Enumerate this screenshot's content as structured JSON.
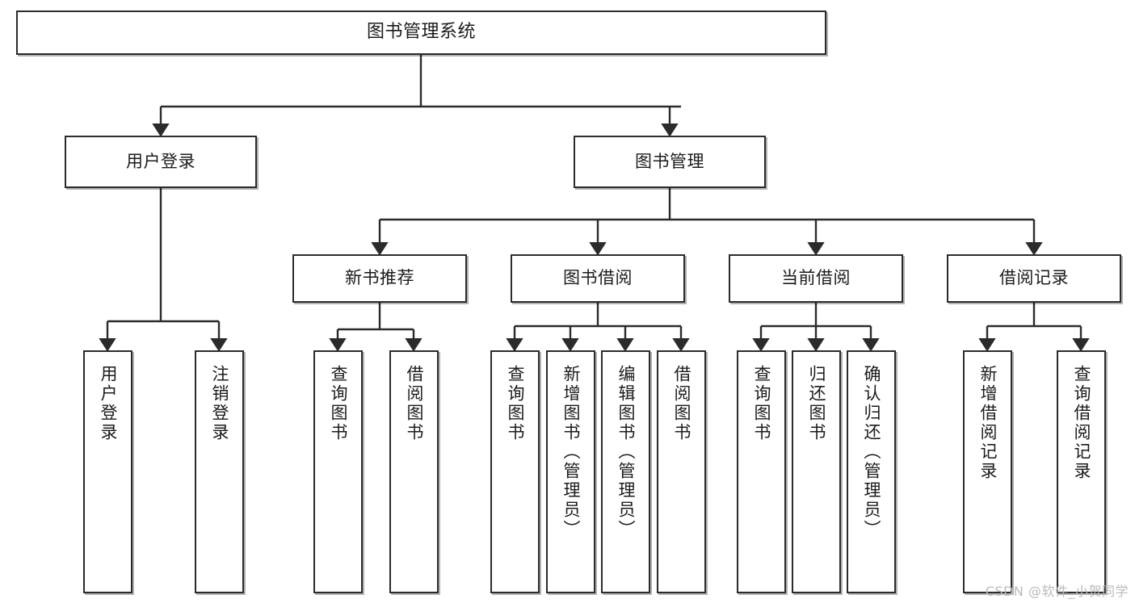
{
  "diagram": {
    "type": "tree-hierarchy",
    "title": "图书管理系统",
    "orientation": "top-down",
    "edge_style": "orthogonal-with-arrowheads",
    "colors": {
      "box_border": "#2b2b2b",
      "box_fill": "#ffffff",
      "connector": "#2b2b2b",
      "text": "#1b1b1b",
      "watermark": "#b9b9b9",
      "background": "#ffffff"
    },
    "watermark": "CSDN @软件_小贺同学",
    "nodes": {
      "root": {
        "id": "root",
        "label": "图书管理系统",
        "level": 1
      },
      "level2": [
        {
          "id": "user-login",
          "label": "用户登录",
          "level": 2
        },
        {
          "id": "book-manage",
          "label": "图书管理",
          "level": 2
        }
      ],
      "level3": [
        {
          "id": "new-book-recommend",
          "label": "新书推荐",
          "level": 3,
          "parent": "book-manage"
        },
        {
          "id": "book-borrow",
          "label": "图书借阅",
          "level": 3,
          "parent": "book-manage"
        },
        {
          "id": "current-borrow",
          "label": "当前借阅",
          "level": 3,
          "parent": "book-manage"
        },
        {
          "id": "borrow-record",
          "label": "借阅记录",
          "level": 3,
          "parent": "book-manage"
        }
      ],
      "leaves": [
        {
          "id": "leaf-user-login",
          "label": "用户登录",
          "parent": "user-login"
        },
        {
          "id": "leaf-user-logout",
          "label": "注销登录",
          "parent": "user-login"
        },
        {
          "id": "leaf-query-book-rec",
          "label": "查询图书",
          "parent": "new-book-recommend"
        },
        {
          "id": "leaf-borrow-book-rec",
          "label": "借阅图书",
          "parent": "new-book-recommend"
        },
        {
          "id": "leaf-query-book-b",
          "label": "查询图书",
          "parent": "book-borrow"
        },
        {
          "id": "leaf-add-book",
          "label": "新增图书（管理员）",
          "parent": "book-borrow"
        },
        {
          "id": "leaf-edit-book",
          "label": "编辑图书（管理员）",
          "parent": "book-borrow"
        },
        {
          "id": "leaf-borrow-book-b",
          "label": "借阅图书",
          "parent": "book-borrow"
        },
        {
          "id": "leaf-query-book-c",
          "label": "查询图书",
          "parent": "current-borrow"
        },
        {
          "id": "leaf-return-book",
          "label": "归还图书",
          "parent": "current-borrow"
        },
        {
          "id": "leaf-confirm-return",
          "label": "确认归还（管理员）",
          "parent": "current-borrow"
        },
        {
          "id": "leaf-add-record",
          "label": "新增借阅记录",
          "parent": "borrow-record"
        },
        {
          "id": "leaf-query-record",
          "label": "查询借阅记录",
          "parent": "borrow-record"
        }
      ]
    }
  }
}
